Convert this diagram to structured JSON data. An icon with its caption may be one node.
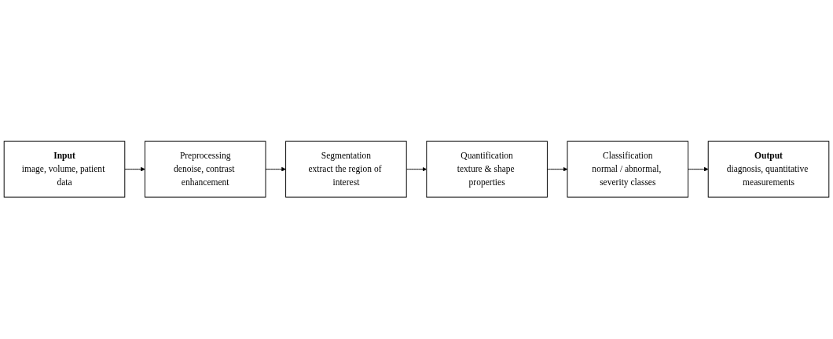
{
  "diagram": {
    "nodes": [
      {
        "text": [
          "Preprocessing",
          "denoise, contrast enhancement"
        ]
      },
      {
        "text": [
          "Segmentation",
          "extract the region of interest"
        ]
      },
      {
        "text": [
          "Quantification",
          "texture & shape properties"
        ]
      },
      {
        "text": [
          "Classification",
          "normal / abnormal, severity classes"
        ]
      },
      {
        "text": [
          "Input",
          "image, volume, patient data"
        ]
      },
      {
        "text": [
          "Output",
          "diagnosis, quantitative measurements"
        ]
      }
    ],
    "edges": [
      {
        "from": 4,
        "to": 0,
        "arrow": "to"
      },
      {
        "from": 0,
        "to": 1,
        "arrow": "to"
      },
      {
        "from": 1,
        "to": 2,
        "arrow": "to"
      },
      {
        "from": 2,
        "to": 3,
        "arrow": "to"
      },
      {
        "from": 3,
        "to": 5,
        "arrow": "to"
      }
    ]
  }
}
